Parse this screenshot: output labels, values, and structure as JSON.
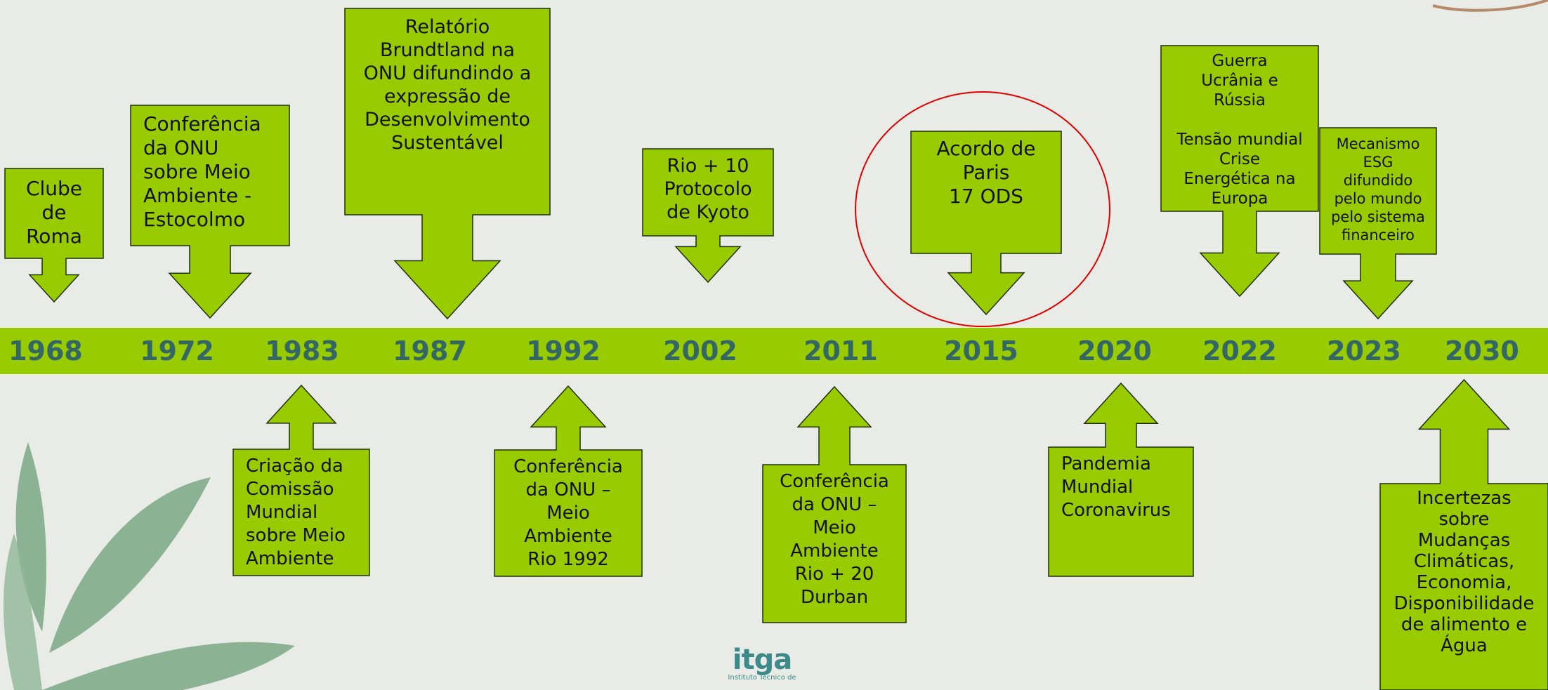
{
  "timeline": {
    "years": [
      "1968",
      "1972",
      "1983",
      "1987",
      "1992",
      "2002",
      "2011",
      "2015",
      "2020",
      "2022",
      "2023",
      "2030"
    ],
    "events_above": [
      {
        "year": "1968",
        "text": "Clube\nde\nRoma"
      },
      {
        "year": "1972",
        "text": "Conferência\nda ONU\nsobre Meio\nAmbiente -\nEstocolmo"
      },
      {
        "year": "1987",
        "text": "Relatório\nBrundtland na\nONU difundindo a\nexpressão de\nDesenvolvimento\nSustentável"
      },
      {
        "year": "2002",
        "text": "Rio + 10\nProtocolo\nde Kyoto"
      },
      {
        "year": "2015",
        "text": "Acordo de\nParis\n17 ODS",
        "highlighted": true
      },
      {
        "year": "2022",
        "text": "Guerra\nUcrânia e\nRússia\n\nTensão mundial\nCrise\nEnergética na\nEuropa"
      },
      {
        "year": "2023",
        "text": "Mecanismo\nESG\ndifundido\npelo mundo\npelo sistema\nfinanceiro"
      }
    ],
    "events_below": [
      {
        "year": "1983",
        "text": "Criação da\nComissão\nMundial\nsobre Meio\nAmbiente"
      },
      {
        "year": "1992",
        "text": "Conferência\nda ONU –\nMeio\nAmbiente\nRio 1992"
      },
      {
        "year": "2011",
        "text": "Conferência\nda ONU –\nMeio\nAmbiente\nRio + 20\nDurban"
      },
      {
        "year": "2020",
        "text": "Pandemia\nMundial\nCoronavirus"
      },
      {
        "year": "2030",
        "text": "Incertezas\nsobre\nMudanças\nClimáticas,\nEconomia,\nDisponibilidade\nde alimento e\nÁgua"
      }
    ]
  },
  "logo": {
    "mark": "itga",
    "subtitle": "Instituto Técnico de"
  },
  "colors": {
    "band": "#99cc00",
    "year_text": "#336666",
    "callout_fill": "#99cc00",
    "highlight_ring": "#e00000",
    "background": "#e9ece6"
  }
}
